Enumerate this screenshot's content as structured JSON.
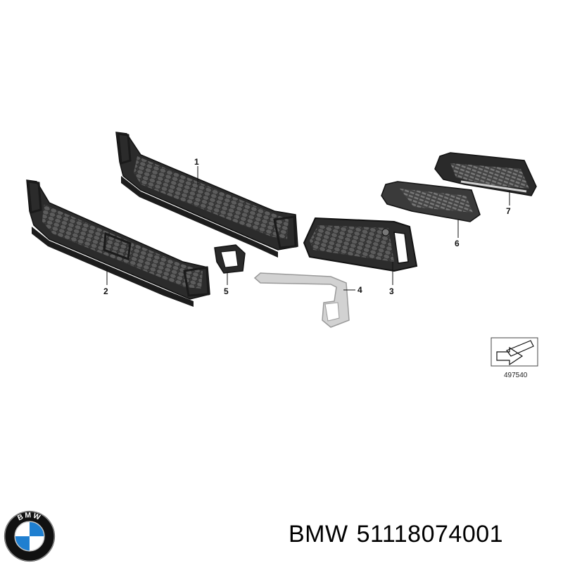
{
  "diagram": {
    "callouts": [
      "1",
      "2",
      "3",
      "4",
      "5",
      "6",
      "7"
    ],
    "reference_number": "497540"
  },
  "footer": {
    "brand": "BMW",
    "part_number": "51118074001"
  },
  "logo": {
    "letters": "BMW",
    "colors": {
      "blue": "#1f7fd0",
      "white": "#ffffff",
      "black": "#111111"
    }
  }
}
